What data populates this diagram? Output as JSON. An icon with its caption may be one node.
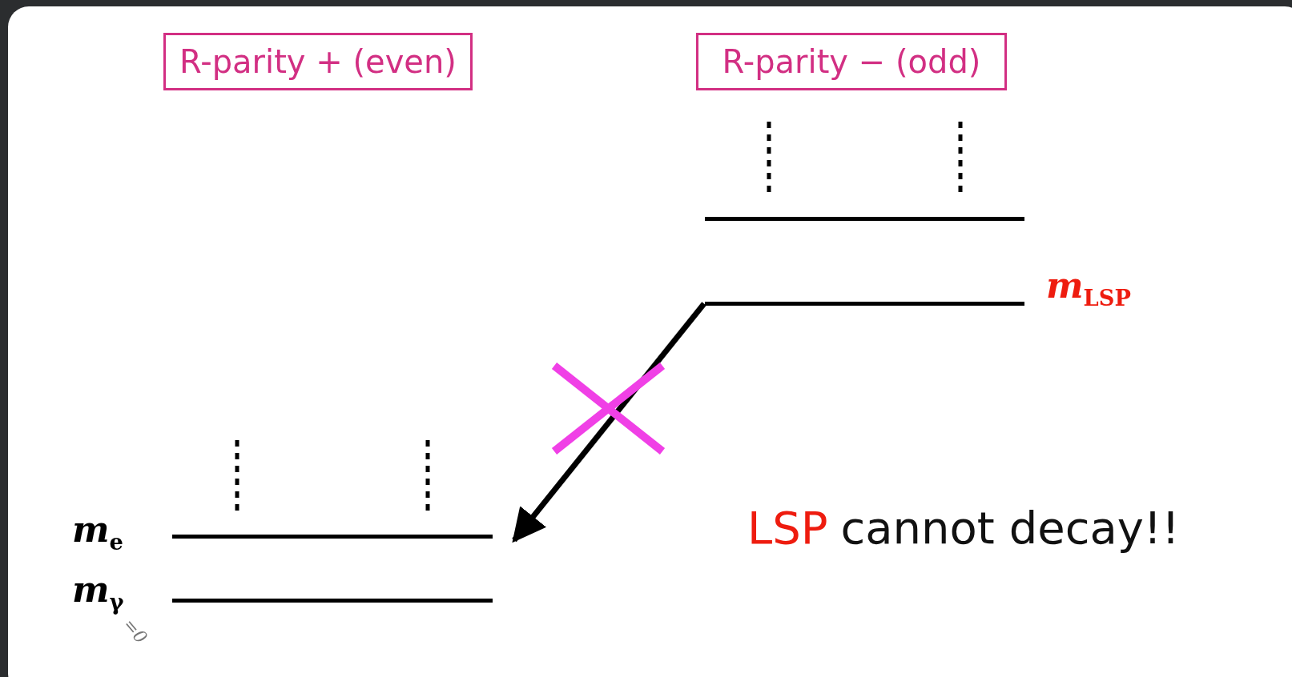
{
  "diagram": {
    "nodes": [
      {
        "text": [
          "R-parity + (even)"
        ]
      },
      {
        "text": [
          "R-parity − (odd)"
        ]
      },
      {
        "text": [],
        "shape": "bar"
      },
      {
        "text": [],
        "shape": "bar",
        "beside": [
          "*m*$_{LSP}$"
        ]
      },
      {
        "text": [],
        "shape": "bar",
        "beside": [
          "*m*$_{e}$"
        ]
      },
      {
        "text": [],
        "shape": "bar",
        "beside": [
          "*m*$_{γ}$",
          "=0"
        ]
      }
    ],
    "edges": [
      {
        "from": 3,
        "to": 4,
        "arrow": "to"
      }
    ],
    "labels": [
      "LSP",
      "cannot decay!!"
    ]
  }
}
